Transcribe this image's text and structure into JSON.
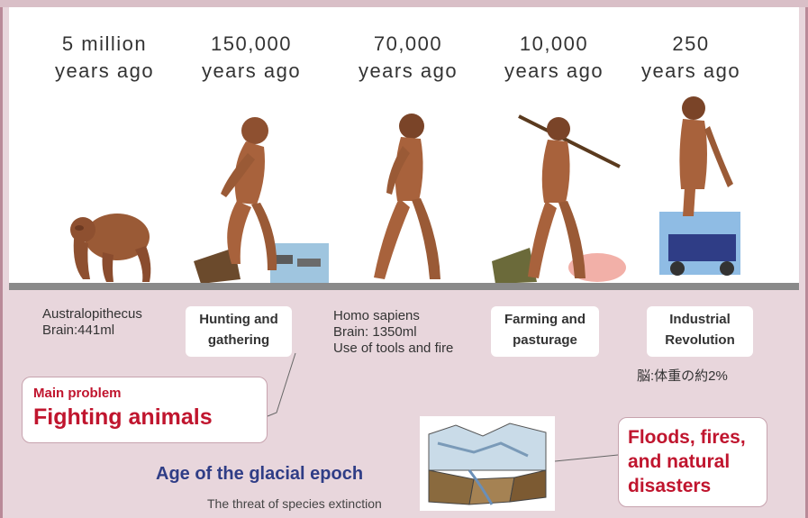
{
  "eras": [
    {
      "line1": "5 million",
      "line2": "years ago"
    },
    {
      "line1": "150,000",
      "line2": "years ago"
    },
    {
      "line1": "70,000",
      "line2": "years ago"
    },
    {
      "line1": "10,000",
      "line2": "years ago"
    },
    {
      "line1": "250",
      "line2": "years ago"
    }
  ],
  "stages": {
    "australopithecus": {
      "line1": "Australopithecus",
      "line2": "Brain:441ml"
    },
    "hunting": {
      "line1": "Hunting and",
      "line2": "gathering"
    },
    "sapiens": {
      "line1": "Homo sapiens",
      "line2": "Brain: 1350ml",
      "line3": "Use of tools and fire"
    },
    "farming": {
      "line1": "Farming and",
      "line2": "pasturage"
    },
    "industrial": {
      "line1": "Industrial",
      "line2": "Revolution"
    }
  },
  "jp_note": "脳:体重の約2%",
  "problem": {
    "heading": "Main problem",
    "main": "Fighting animals"
  },
  "glacial": {
    "title": "Age of the glacial epoch",
    "subtitle": "The threat of species extinction"
  },
  "disaster": {
    "line1": "Floods, fires,",
    "line2": "and natural",
    "line3": "disasters"
  },
  "colors": {
    "accent_red": "#c0152e",
    "title_blue": "#2f3d86",
    "background_pink": "#e8d6dc",
    "skin": "#a8623c"
  }
}
